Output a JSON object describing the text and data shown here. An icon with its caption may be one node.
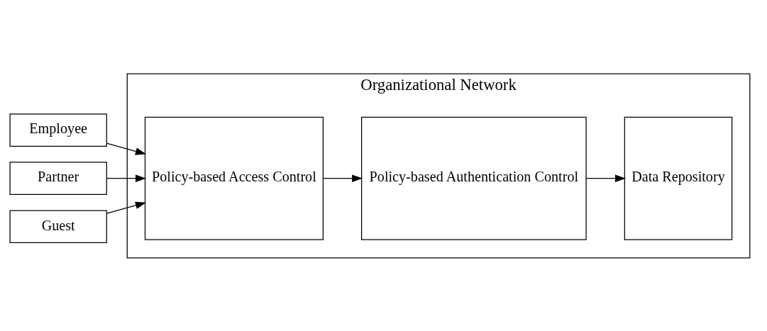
{
  "diagram": {
    "nodes": [
      {
        "text": [
          "Organizational Network"
        ]
      },
      {
        "text": [
          "Employee"
        ]
      },
      {
        "text": [
          "Partner"
        ]
      },
      {
        "text": [
          "Guest"
        ]
      },
      {
        "text": [
          "Policy-based Access Control"
        ],
        "in": 0
      },
      {
        "text": [
          "Policy-based Authentication Control"
        ],
        "in": 0
      },
      {
        "text": [
          "Data Repository"
        ],
        "in": 0
      }
    ],
    "edges": [
      {
        "from": 1,
        "to": 4,
        "arrow": "to"
      },
      {
        "from": 2,
        "to": 4,
        "arrow": "to"
      },
      {
        "from": 3,
        "to": 4,
        "arrow": "to"
      },
      {
        "from": 4,
        "to": 5,
        "arrow": "to"
      },
      {
        "from": 5,
        "to": 6,
        "arrow": "to"
      }
    ]
  }
}
